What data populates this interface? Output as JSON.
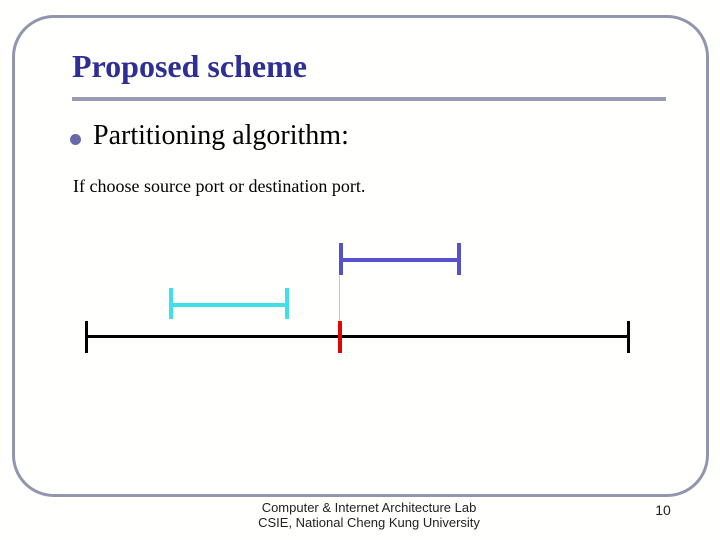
{
  "slide": {
    "title": "Proposed scheme",
    "bullet_item": {
      "label": "Partitioning algorithm:"
    },
    "body_text": "If choose source port or destination port.",
    "footer": {
      "line1": "Computer & Internet Architecture Lab",
      "line2": "CSIE, National Cheng Kung University",
      "page_number": "10"
    },
    "diagram": {
      "description": "A horizontal number line (full port range) with a red partition tick near its middle; a cyan sub-range segment floats above the left half and a purple sub-range segment floats above-right of the partition, linked to the red tick by a thin gray connector line."
    }
  },
  "colors": {
    "slide_border": "#9394ae",
    "title_text": "#2e2e96",
    "title_divider": "#9a9ab5",
    "bullet_marker": "#6969a8",
    "body_text": "#000000",
    "number_line": "#000000",
    "partition_tick": "#e00505",
    "left_segment": "#3fe0e8",
    "right_segment": "#5752c9",
    "connector": "#c4c4d8",
    "footer_text": "#222222"
  }
}
